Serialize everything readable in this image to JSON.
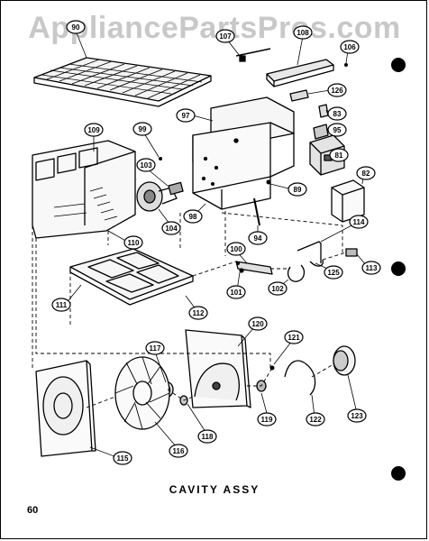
{
  "watermark": "AppliancePartsPros.com",
  "caption": "CAVITY ASSY",
  "page_number": "60",
  "callouts": [
    {
      "id": "c90",
      "label": "90"
    },
    {
      "id": "c107",
      "label": "107"
    },
    {
      "id": "c108",
      "label": "108"
    },
    {
      "id": "c106",
      "label": "106"
    },
    {
      "id": "c126",
      "label": "126"
    },
    {
      "id": "c97",
      "label": "97"
    },
    {
      "id": "c83",
      "label": "83"
    },
    {
      "id": "c95",
      "label": "95"
    },
    {
      "id": "c99",
      "label": "99"
    },
    {
      "id": "c81",
      "label": "81"
    },
    {
      "id": "c109",
      "label": "109"
    },
    {
      "id": "c103",
      "label": "103"
    },
    {
      "id": "c89",
      "label": "89"
    },
    {
      "id": "c82",
      "label": "82"
    },
    {
      "id": "c98",
      "label": "98"
    },
    {
      "id": "c104",
      "label": "104"
    },
    {
      "id": "c94",
      "label": "94"
    },
    {
      "id": "c114",
      "label": "114"
    },
    {
      "id": "c110",
      "label": "110"
    },
    {
      "id": "c100",
      "label": "100"
    },
    {
      "id": "c113",
      "label": "113"
    },
    {
      "id": "c111",
      "label": "111"
    },
    {
      "id": "c101",
      "label": "101"
    },
    {
      "id": "c102",
      "label": "102"
    },
    {
      "id": "c125",
      "label": "125"
    },
    {
      "id": "c112",
      "label": "112"
    },
    {
      "id": "c120",
      "label": "120"
    },
    {
      "id": "c121",
      "label": "121"
    },
    {
      "id": "c117",
      "label": "117"
    },
    {
      "id": "c118",
      "label": "118"
    },
    {
      "id": "c119",
      "label": "119"
    },
    {
      "id": "c122",
      "label": "122"
    },
    {
      "id": "c123",
      "label": "123"
    },
    {
      "id": "c116",
      "label": "116"
    },
    {
      "id": "c115",
      "label": "115"
    }
  ]
}
